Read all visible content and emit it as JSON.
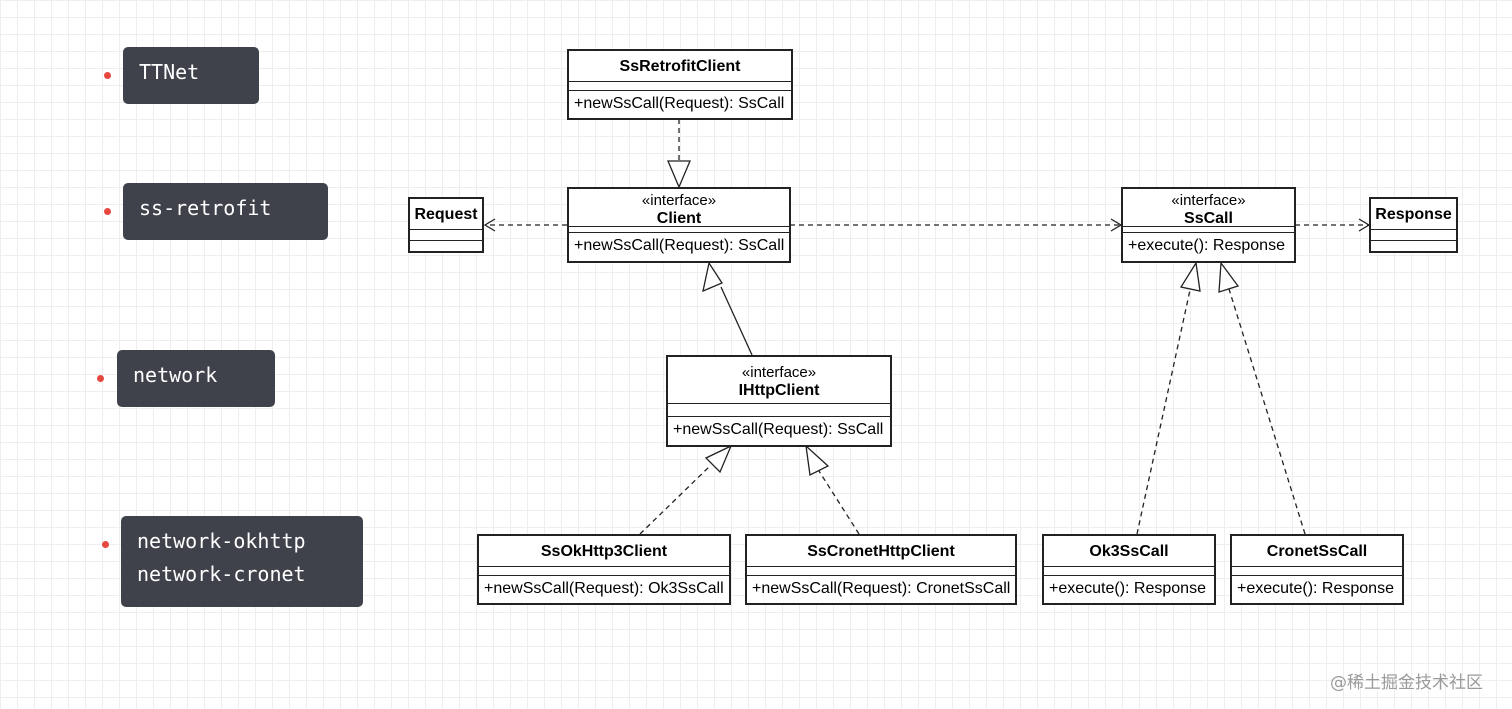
{
  "layers": [
    {
      "id": "ttnet",
      "lines": [
        "TTNet"
      ]
    },
    {
      "id": "ss-retrofit",
      "lines": [
        "ss-retrofit"
      ]
    },
    {
      "id": "network",
      "lines": [
        "network"
      ]
    },
    {
      "id": "network-impl",
      "lines": [
        "network-okhttp",
        "network-cronet"
      ]
    }
  ],
  "classes": {
    "ss_retrofit_client": {
      "name": "SsRetrofitClient",
      "op": "+newSsCall(Request): SsCall"
    },
    "client": {
      "stereotype": "«interface»",
      "name": "Client",
      "op": "+newSsCall(Request): SsCall"
    },
    "request": {
      "name": "Request"
    },
    "sscall": {
      "stereotype": "«interface»",
      "name": "SsCall",
      "op": "+execute(): Response"
    },
    "response": {
      "name": "Response"
    },
    "ihttp_client": {
      "stereotype": "«interface»",
      "name": "IHttpClient",
      "op": "+newSsCall(Request): SsCall"
    },
    "ssokhttp3_client": {
      "name": "SsOkHttp3Client",
      "op": "+newSsCall(Request): Ok3SsCall"
    },
    "sscronet_http_client": {
      "name": "SsCronetHttpClient",
      "op": "+newSsCall(Request): CronetSsCall"
    },
    "ok3sscall": {
      "name": "Ok3SsCall",
      "op": "+execute(): Response"
    },
    "cronetsscall": {
      "name": "CronetSsCall",
      "op": "+execute(): Response"
    }
  },
  "relations": [
    {
      "id": "ssretrofitclient-realizes-client",
      "kind": "realization"
    },
    {
      "id": "client-depends-request",
      "kind": "dependency"
    },
    {
      "id": "client-depends-sscall",
      "kind": "dependency"
    },
    {
      "id": "sscall-depends-response",
      "kind": "dependency"
    },
    {
      "id": "ihttpclient-extends-client",
      "kind": "generalization"
    },
    {
      "id": "ssokhttp3client-realizes-ihttpclient",
      "kind": "realization"
    },
    {
      "id": "sscronethttpclient-realizes-ihttpclient",
      "kind": "realization"
    },
    {
      "id": "ok3sscall-realizes-sscall",
      "kind": "realization"
    },
    {
      "id": "cronetsscall-realizes-sscall",
      "kind": "realization"
    }
  ],
  "watermark": "@稀土掘金技术社区",
  "colors": {
    "tag_background": "#3f424b",
    "tag_dot": "#e5483e",
    "line": "#222222"
  }
}
